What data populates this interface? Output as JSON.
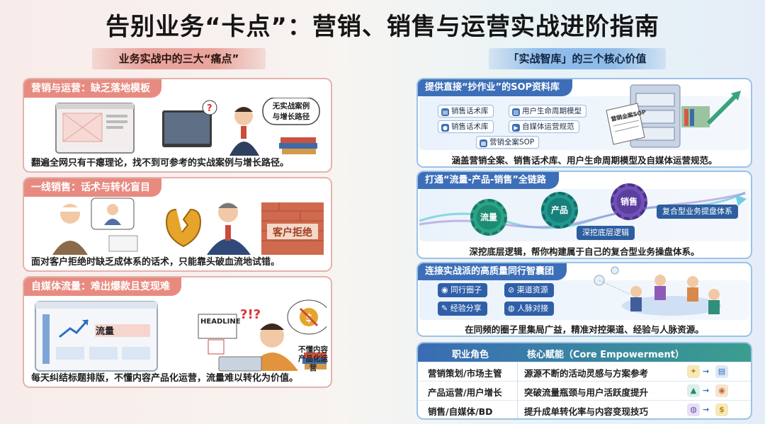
{
  "title": "告别业务“卡点”：营销、销售与运营实战进阶指南",
  "left": {
    "heading": "业务实战中的三大“痛点”",
    "cards": [
      {
        "tab": "营销与运营：缺乏落地模板",
        "bubble": "无实战案例\n与增长路径",
        "desc": "翻遍全网只有干瘪理论，找不到可参考的实战案例与增长路径。"
      },
      {
        "tab": "一线销售：话术与转化盲目",
        "wall": "客户拒绝",
        "desc": "面对客户拒绝时缺乏成体系的话术，只能靠头破血流地试错。"
      },
      {
        "tab": "自媒体流量：难出爆款且变现难",
        "chart_label": "流量",
        "headline": "HEADLINE",
        "bubble": "不懂内容\n产品化运营",
        "desc": "每天纠结标题排版，不懂内容产品化运营，流量难以转化为价值。"
      }
    ]
  },
  "right": {
    "heading": "「实战智库」的三个核心价值",
    "cards": [
      {
        "tab": "提供直接“抄作业”的SOP资料库",
        "chips": [
          "销售话术库",
          "用户生命周期模型",
          "销售话术库",
          "自媒体运营规范",
          "营销全案SOP"
        ],
        "doc": "营销全案SOP",
        "desc": "涵盖营销全案、销售话术库、用户生命周期模型及自媒体运营规范。"
      },
      {
        "tab": "打通“流量-产品-销售”全链路",
        "gears": [
          "流量",
          "产品",
          "销售"
        ],
        "pill_right": "复合型业务提盘体系",
        "pill_bottom": "深挖底层逻辑",
        "desc": "深挖底层逻辑，帮你构建属于自己的复合型业务操盘体系。"
      },
      {
        "tab": "连接实战派的高质量同行智囊团",
        "chips": [
          "同行圈子",
          "渠道资源",
          "经验分享",
          "人脉对接"
        ],
        "desc": "在同频的圈子里集局广益，精准对控渠道、经验与人脉资源。"
      }
    ],
    "table": {
      "headers": [
        "职业角色",
        "核心赋能（Core Empowerment）"
      ],
      "rows": [
        {
          "role": "营销策划/市场主管",
          "value": "源源不断的活动灵感与方案参考"
        },
        {
          "role": "产品运营/用户增长",
          "value": "突破流量瓶颈与用户活跃度提升"
        },
        {
          "role": "销售/自媒体/BD",
          "value": "提升成单转化率与内容变现技巧"
        }
      ]
    }
  },
  "colors": {
    "pain_accent": "#e78b81",
    "value_accent": "#3d6fb8",
    "teal": "#2aa389"
  }
}
